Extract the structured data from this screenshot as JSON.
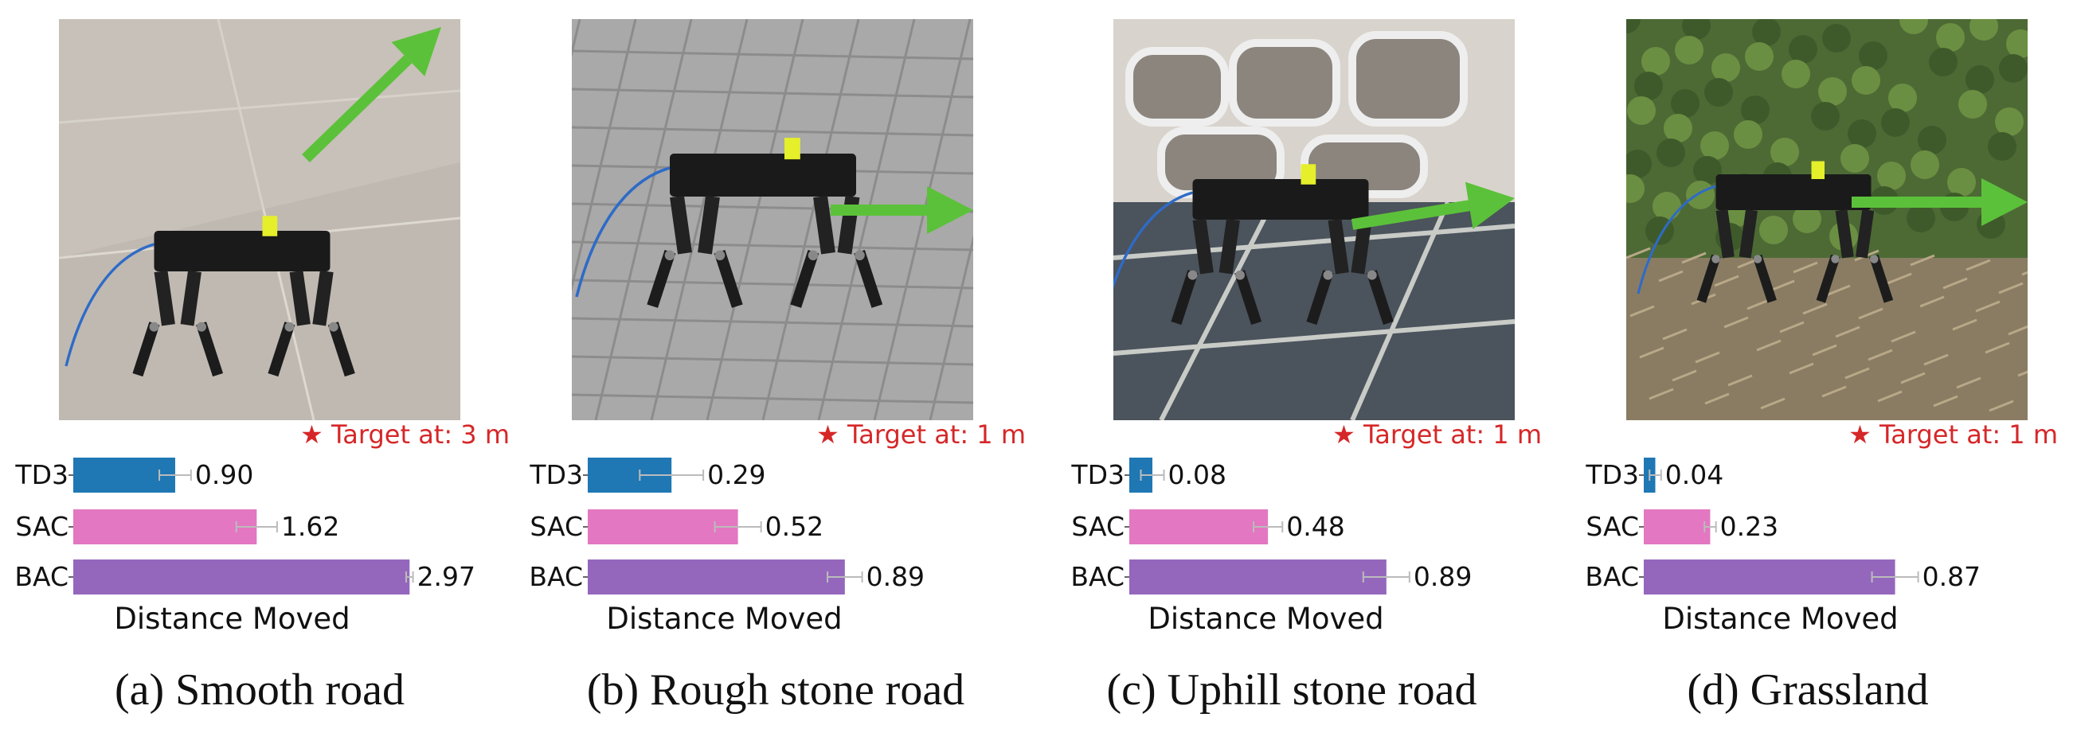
{
  "colors": {
    "td3": "#1f77b4",
    "sac": "#e377c2",
    "bac": "#9467bd",
    "target": "#d62728",
    "arrow": "#5cc13a",
    "errorbar": "#bbbbbb"
  },
  "panels": [
    {
      "caption": "(a) Smooth road",
      "scene": "smooth-floor"
    },
    {
      "caption": "(b) Rough stone road",
      "scene": "paving-stones"
    },
    {
      "caption": "(c) Uphill stone road",
      "scene": "stone-wall-slope"
    },
    {
      "caption": "(d) Grassland",
      "scene": "bushes-grass"
    }
  ],
  "chart_data": [
    {
      "type": "bar",
      "orientation": "horizontal",
      "title": "",
      "target_label": "Target at: 3 m",
      "target_marker": "★",
      "xlabel": "Distance Moved",
      "ylabel": "",
      "categories": [
        "TD3",
        "SAC",
        "BAC"
      ],
      "values": [
        0.9,
        1.62,
        2.97
      ],
      "errors": [
        0.14,
        0.18,
        0.03
      ],
      "value_labels": [
        "0.90",
        "1.62",
        "2.97"
      ],
      "xlim": [
        0,
        3.2
      ],
      "grid": false
    },
    {
      "type": "bar",
      "orientation": "horizontal",
      "title": "",
      "target_label": "Target at: 1 m",
      "target_marker": "★",
      "xlabel": "Distance Moved",
      "ylabel": "",
      "categories": [
        "TD3",
        "SAC",
        "BAC"
      ],
      "values": [
        0.29,
        0.52,
        0.89
      ],
      "errors": [
        0.11,
        0.08,
        0.06
      ],
      "value_labels": [
        "0.29",
        "0.52",
        "0.89"
      ],
      "xlim": [
        0,
        1.1
      ],
      "grid": false
    },
    {
      "type": "bar",
      "orientation": "horizontal",
      "title": "",
      "target_label": "Target at: 1 m",
      "target_marker": "★",
      "xlabel": "Distance Moved",
      "ylabel": "",
      "categories": [
        "TD3",
        "SAC",
        "BAC"
      ],
      "values": [
        0.08,
        0.48,
        0.89
      ],
      "errors": [
        0.04,
        0.05,
        0.08
      ],
      "value_labels": [
        "0.08",
        "0.48",
        "0.89"
      ],
      "xlim": [
        0,
        1.1
      ],
      "grid": false
    },
    {
      "type": "bar",
      "orientation": "horizontal",
      "title": "",
      "target_label": "Target at: 1 m",
      "target_marker": "★",
      "xlabel": "Distance Moved",
      "ylabel": "",
      "categories": [
        "TD3",
        "SAC",
        "BAC"
      ],
      "values": [
        0.04,
        0.23,
        0.87
      ],
      "errors": [
        0.02,
        0.02,
        0.08
      ],
      "value_labels": [
        "0.04",
        "0.23",
        "0.87"
      ],
      "xlim": [
        0,
        1.1
      ],
      "grid": false
    }
  ]
}
